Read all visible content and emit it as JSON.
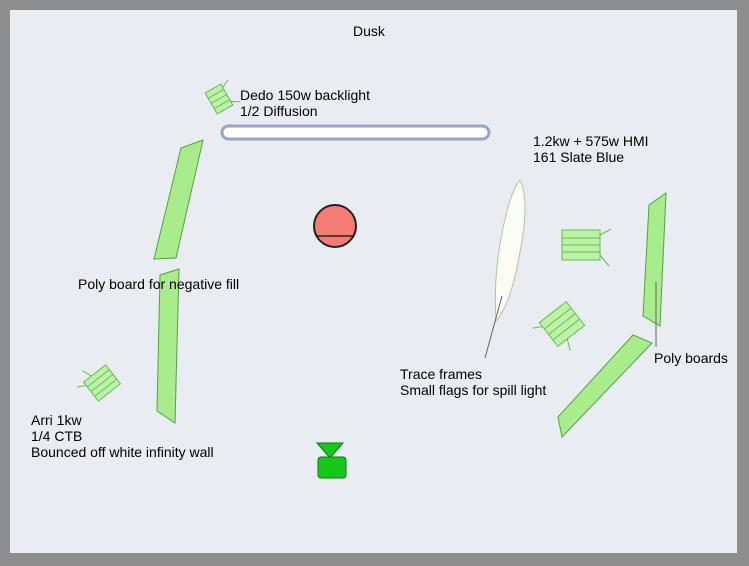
{
  "diagram": {
    "title": "Dusk",
    "colors": {
      "frame": "#8e8e8e",
      "floor": "#e9ecf0",
      "fixture_fill": "#bdf2a6",
      "fixture_stroke": "#66bb55",
      "board_fill": "#a8ec8c",
      "board_stroke": "#55a04a",
      "subject": "#f47c74",
      "camera": "#15c81a",
      "diffusion": "#9aa5c9",
      "trace": "#fbfdf4"
    },
    "labels": {
      "backlight": [
        "Dedo 150w backlight",
        "1/2 Diffusion"
      ],
      "hmi": [
        "1.2kw + 575w HMI",
        "161 Slate Blue"
      ],
      "negative_fill": [
        "Poly board for negative fill"
      ],
      "trace": [
        "Trace frames",
        "Small flags for spill light"
      ],
      "poly_boards": [
        "Poly boards"
      ],
      "arri": [
        "Arri 1kw",
        "1/4 CTB",
        "Bounced off white infinity wall"
      ]
    }
  }
}
